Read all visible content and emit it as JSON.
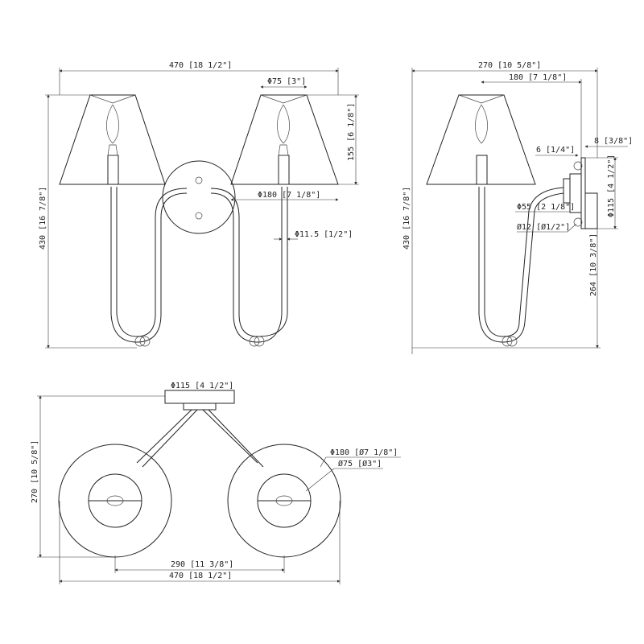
{
  "front_view": {
    "overall_width": "470 [18 1/2\"]",
    "shade_top": "Φ75 [3\"]",
    "shade_height": "155 [6 1/8\"]",
    "shade_bottom": "Φ180 [7 1/8\"]",
    "arm_diameter": "Φ11.5 [1/2\"]",
    "overall_height": "430 [16 7/8\"]"
  },
  "side_view": {
    "overall_depth": "270 [10 5/8\"]",
    "shade_offset": "180 [7 1/8\"]",
    "plate_thickness": "8 [3/8\"]",
    "spacer": "6 [1/4\"]",
    "mount_diameter": "Φ55 [2 1/8\"]",
    "screw_diameter": "Ø12 [Ø1/2\"]",
    "backplate_diameter": "Φ115 [4 1/2\"]",
    "mount_height": "264 [10 3/8\"]",
    "overall_height": "430 [16 7/8\"]"
  },
  "top_view": {
    "canopy_diameter": "Φ115 [4 1/2\"]",
    "shade_bottom": "Φ180 [Ø7 1/8\"]",
    "shade_top": "Ø75 [Ø3\"]",
    "depth": "270 [10 5/8\"]",
    "center_spacing": "290 [11 3/8\"]",
    "overall_width": "470 [18 1/2\"]"
  }
}
